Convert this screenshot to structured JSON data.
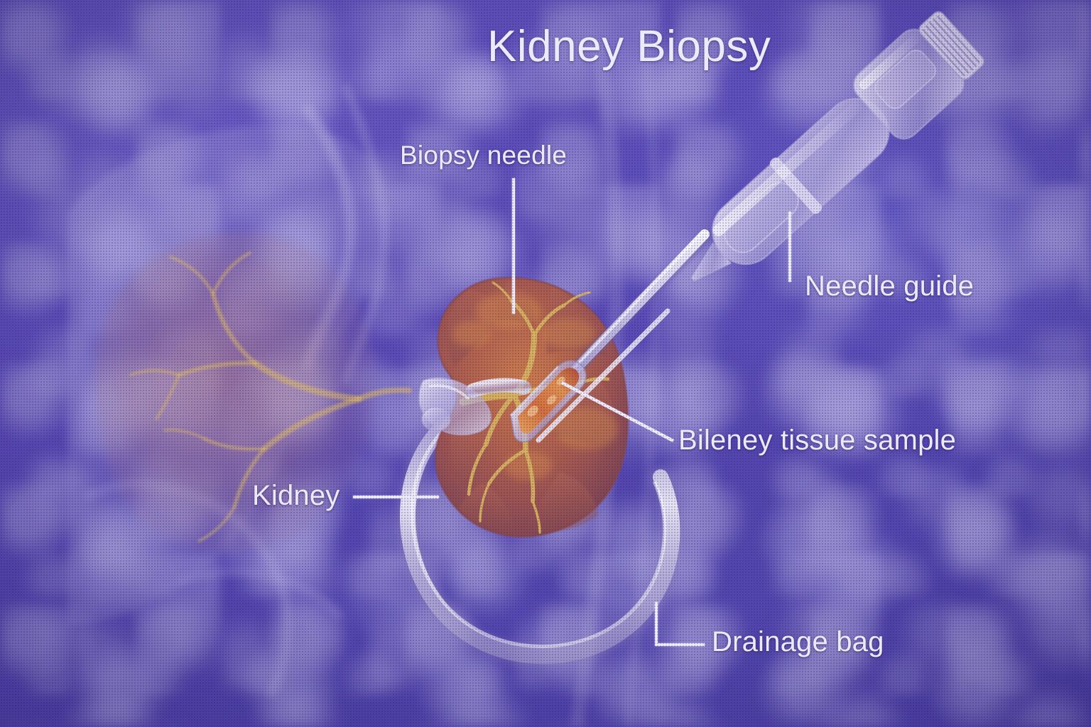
{
  "diagram": {
    "title": "Kidney Biopsy",
    "type": "medical-illustration",
    "background_color": "#5a4ab6",
    "label_color": "#ece9f8",
    "labels": [
      {
        "id": "biopsy-needle",
        "text": "Biopsy needle",
        "leader": "vertical"
      },
      {
        "id": "needle-guide",
        "text": "Needle guide",
        "leader": "vertical"
      },
      {
        "id": "tissue-sample",
        "text": "Bileney tissue sample",
        "leader": "diagonal"
      },
      {
        "id": "kidney",
        "text": "Kidney",
        "leader": "horizontal"
      },
      {
        "id": "drainage-bag",
        "text": "Drainage bag",
        "leader": "elbow"
      }
    ],
    "anatomy": {
      "kidney_color": "#a85a52",
      "vessel_color": "#d9b45e",
      "instrument_color": "#cfcbe8",
      "tissue_sample_color": "#e08a4a"
    }
  }
}
